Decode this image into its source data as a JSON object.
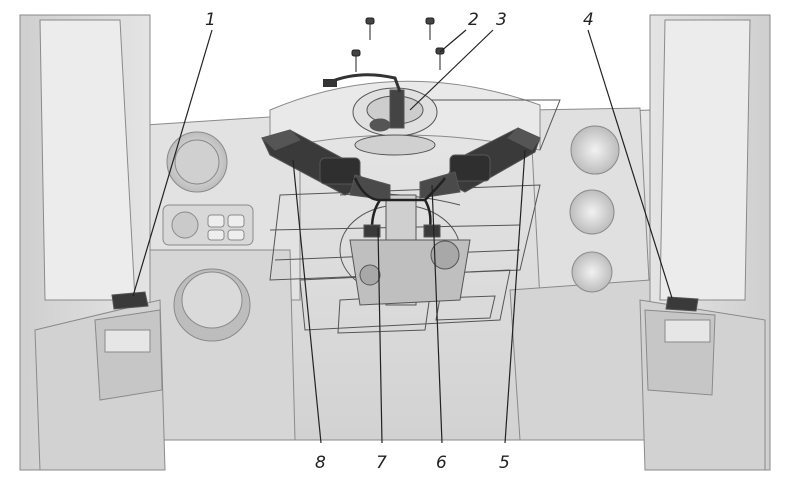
{
  "callouts": [
    {
      "id": "1",
      "label": "1"
    },
    {
      "id": "2",
      "label": "2"
    },
    {
      "id": "3",
      "label": "3"
    },
    {
      "id": "4",
      "label": "4"
    },
    {
      "id": "5",
      "label": "5"
    },
    {
      "id": "6",
      "label": "6"
    },
    {
      "id": "7",
      "label": "7"
    },
    {
      "id": "8",
      "label": "8"
    }
  ],
  "colors": {
    "background": "#ffffff",
    "panel": "#dcdcdc",
    "panel_light": "#e8e8e8",
    "panel_dark": "#c4c4c4",
    "part_dark": "#3a3a3a",
    "line": "#222222"
  }
}
